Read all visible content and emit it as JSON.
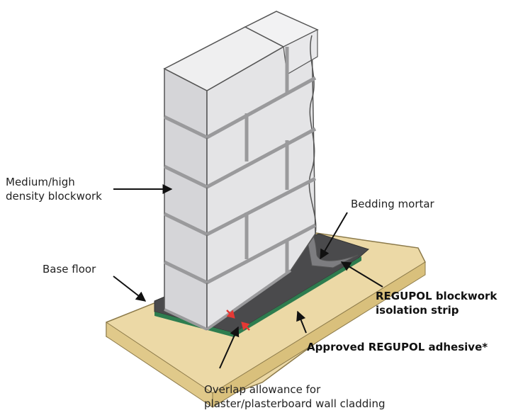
{
  "labels": {
    "blockwork": [
      "Medium/high",
      "density blockwork"
    ],
    "base_floor": "Base floor",
    "bedding_mortar": "Bedding mortar",
    "isolation_strip": [
      "REGUPOL blockwork",
      "isolation strip"
    ],
    "adhesive": "Approved REGUPOL adhesive*",
    "overlap": [
      "Overlap allowance for",
      "plaster/plasterboard wall cladding"
    ]
  },
  "colors": {
    "block_face": "#e4e4e6",
    "block_side": "#d2d2d5",
    "block_top": "#efeff0",
    "mortar": "#9a9a9c",
    "floor": "#ecd9a6",
    "floor_edge": "#d9c07c",
    "strip": "#4a4a4c",
    "adhesive": "#2e7d4f",
    "overlap_arrow": "#e53935"
  }
}
